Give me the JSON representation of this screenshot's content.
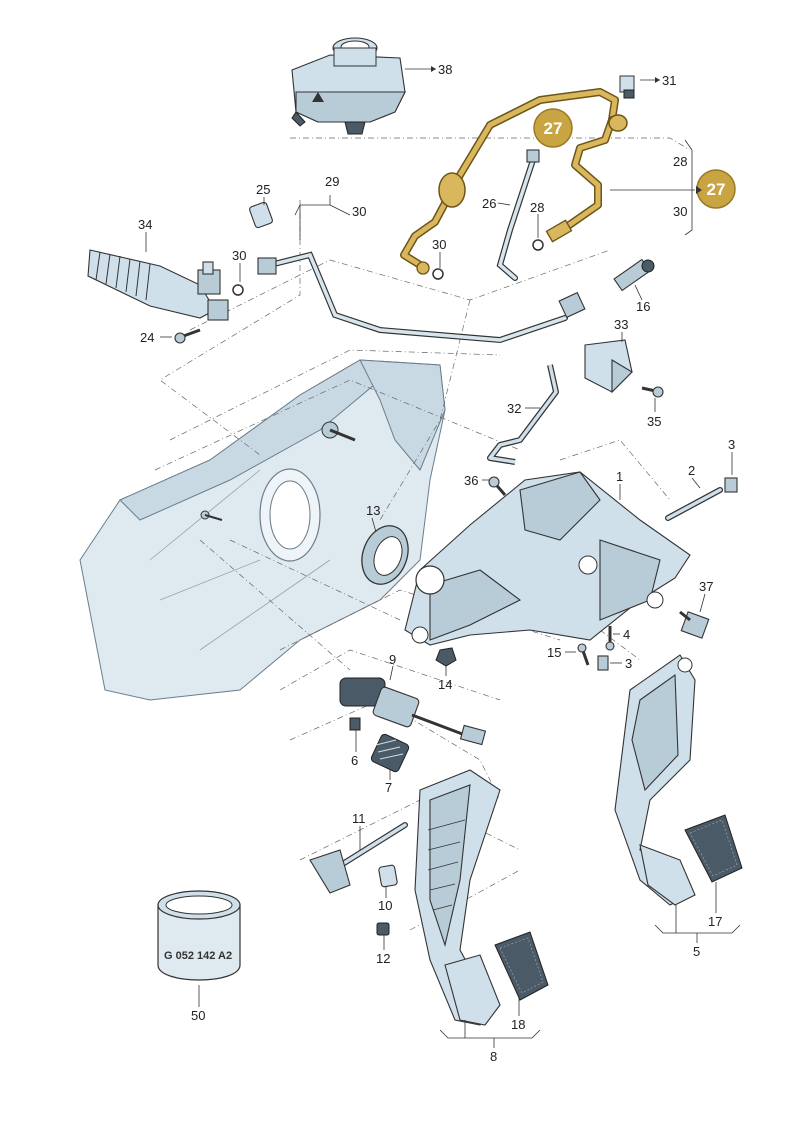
{
  "callouts": [
    {
      "id": "c38",
      "text": "38"
    },
    {
      "id": "c31",
      "text": "31"
    },
    {
      "id": "c28a",
      "text": "28"
    },
    {
      "id": "c30a",
      "text": "30"
    },
    {
      "id": "c29",
      "text": "29"
    },
    {
      "id": "c30b",
      "text": "30"
    },
    {
      "id": "c25",
      "text": "25"
    },
    {
      "id": "c34",
      "text": "34"
    },
    {
      "id": "c30c",
      "text": "30"
    },
    {
      "id": "c24",
      "text": "24"
    },
    {
      "id": "c26",
      "text": "26"
    },
    {
      "id": "c28b",
      "text": "28"
    },
    {
      "id": "c30d",
      "text": "30"
    },
    {
      "id": "c16",
      "text": "16"
    },
    {
      "id": "c33",
      "text": "33"
    },
    {
      "id": "c35",
      "text": "35"
    },
    {
      "id": "c32",
      "text": "32"
    },
    {
      "id": "c3a",
      "text": "3"
    },
    {
      "id": "c2",
      "text": "2"
    },
    {
      "id": "c1",
      "text": "1"
    },
    {
      "id": "c36",
      "text": "36"
    },
    {
      "id": "c13",
      "text": "13"
    },
    {
      "id": "c37",
      "text": "37"
    },
    {
      "id": "c4",
      "text": "4"
    },
    {
      "id": "c15",
      "text": "15"
    },
    {
      "id": "c3b",
      "text": "3"
    },
    {
      "id": "c14",
      "text": "14"
    },
    {
      "id": "c9",
      "text": "9"
    },
    {
      "id": "c6",
      "text": "6"
    },
    {
      "id": "c7",
      "text": "7"
    },
    {
      "id": "c11",
      "text": "11"
    },
    {
      "id": "c10",
      "text": "10"
    },
    {
      "id": "c12",
      "text": "12"
    },
    {
      "id": "c50",
      "text": "50"
    },
    {
      "id": "c18",
      "text": "18"
    },
    {
      "id": "c8",
      "text": "8"
    },
    {
      "id": "c17",
      "text": "17"
    },
    {
      "id": "c5",
      "text": "5"
    }
  ],
  "badges": [
    {
      "id": "b27a",
      "text": "27"
    },
    {
      "id": "b27b",
      "text": "27"
    }
  ],
  "can_label": "G 052 142 A2",
  "colors": {
    "highlight": "#c9a443",
    "part_fill": "#cfe0ea",
    "line": "#333333"
  }
}
